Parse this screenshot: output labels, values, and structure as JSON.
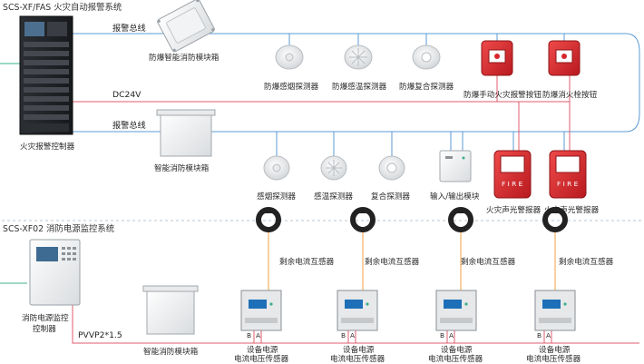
{
  "colors": {
    "bus_blue": "#5b9bd5",
    "power_red": "#e05c6d",
    "green": "#3cb08a",
    "device_red": "#d8262c",
    "separator": "#b7c7d6"
  },
  "systems": {
    "fas_title": "SCS-XF/FAS 火灾自动报警系统",
    "power_title": "SCS-XF02 消防电源监控系统"
  },
  "bus": {
    "alarm_bus_1": "报警总线",
    "dc24v": "DC24V",
    "alarm_bus_2": "报警总线",
    "pvvp": "PVVP2*1.5"
  },
  "devices": {
    "fire_controller": "火灾报警控制器",
    "ex_module_box": "防爆智能消防模块箱",
    "ex_smoke": "防爆感烟探测器",
    "ex_heat": "防爆感温探测器",
    "ex_composite": "防爆复合探测器",
    "ex_manual_alarm": "防爆手动火灾报警按钮",
    "ex_hydrant_button": "防爆消火栓按钮",
    "module_box": "智能消防模块箱",
    "smoke": "感烟探测器",
    "heat": "感温探测器",
    "composite": "复合探测器",
    "io_module": "输入/输出模块",
    "sounder_1": "火灾声光警报器",
    "sounder_2": "火灾声光警报器",
    "power_controller_line1": "消防电源监控",
    "power_controller_line2": "控制器",
    "power_module_box": "智能消防模块箱",
    "sounder_tag": "F I R E"
  },
  "sensors": [
    {
      "ct_label": "剩余电流互感器",
      "line1": "设备电源",
      "line2": "电流电压传感器",
      "terminal_b": "B",
      "terminal_a": "A"
    },
    {
      "ct_label": "剩余电流互感器",
      "line1": "设备电源",
      "line2": "电流电压传感器",
      "terminal_b": "B",
      "terminal_a": "A"
    },
    {
      "ct_label": "剩余电流互感器",
      "line1": "设备电源",
      "line2": "电流电压传感器",
      "terminal_b": "B",
      "terminal_a": "A"
    },
    {
      "ct_label": "剩余电流互感器",
      "line1": "设备电源",
      "line2": "电流电压传感器",
      "terminal_b": "B",
      "terminal_a": "A"
    }
  ]
}
